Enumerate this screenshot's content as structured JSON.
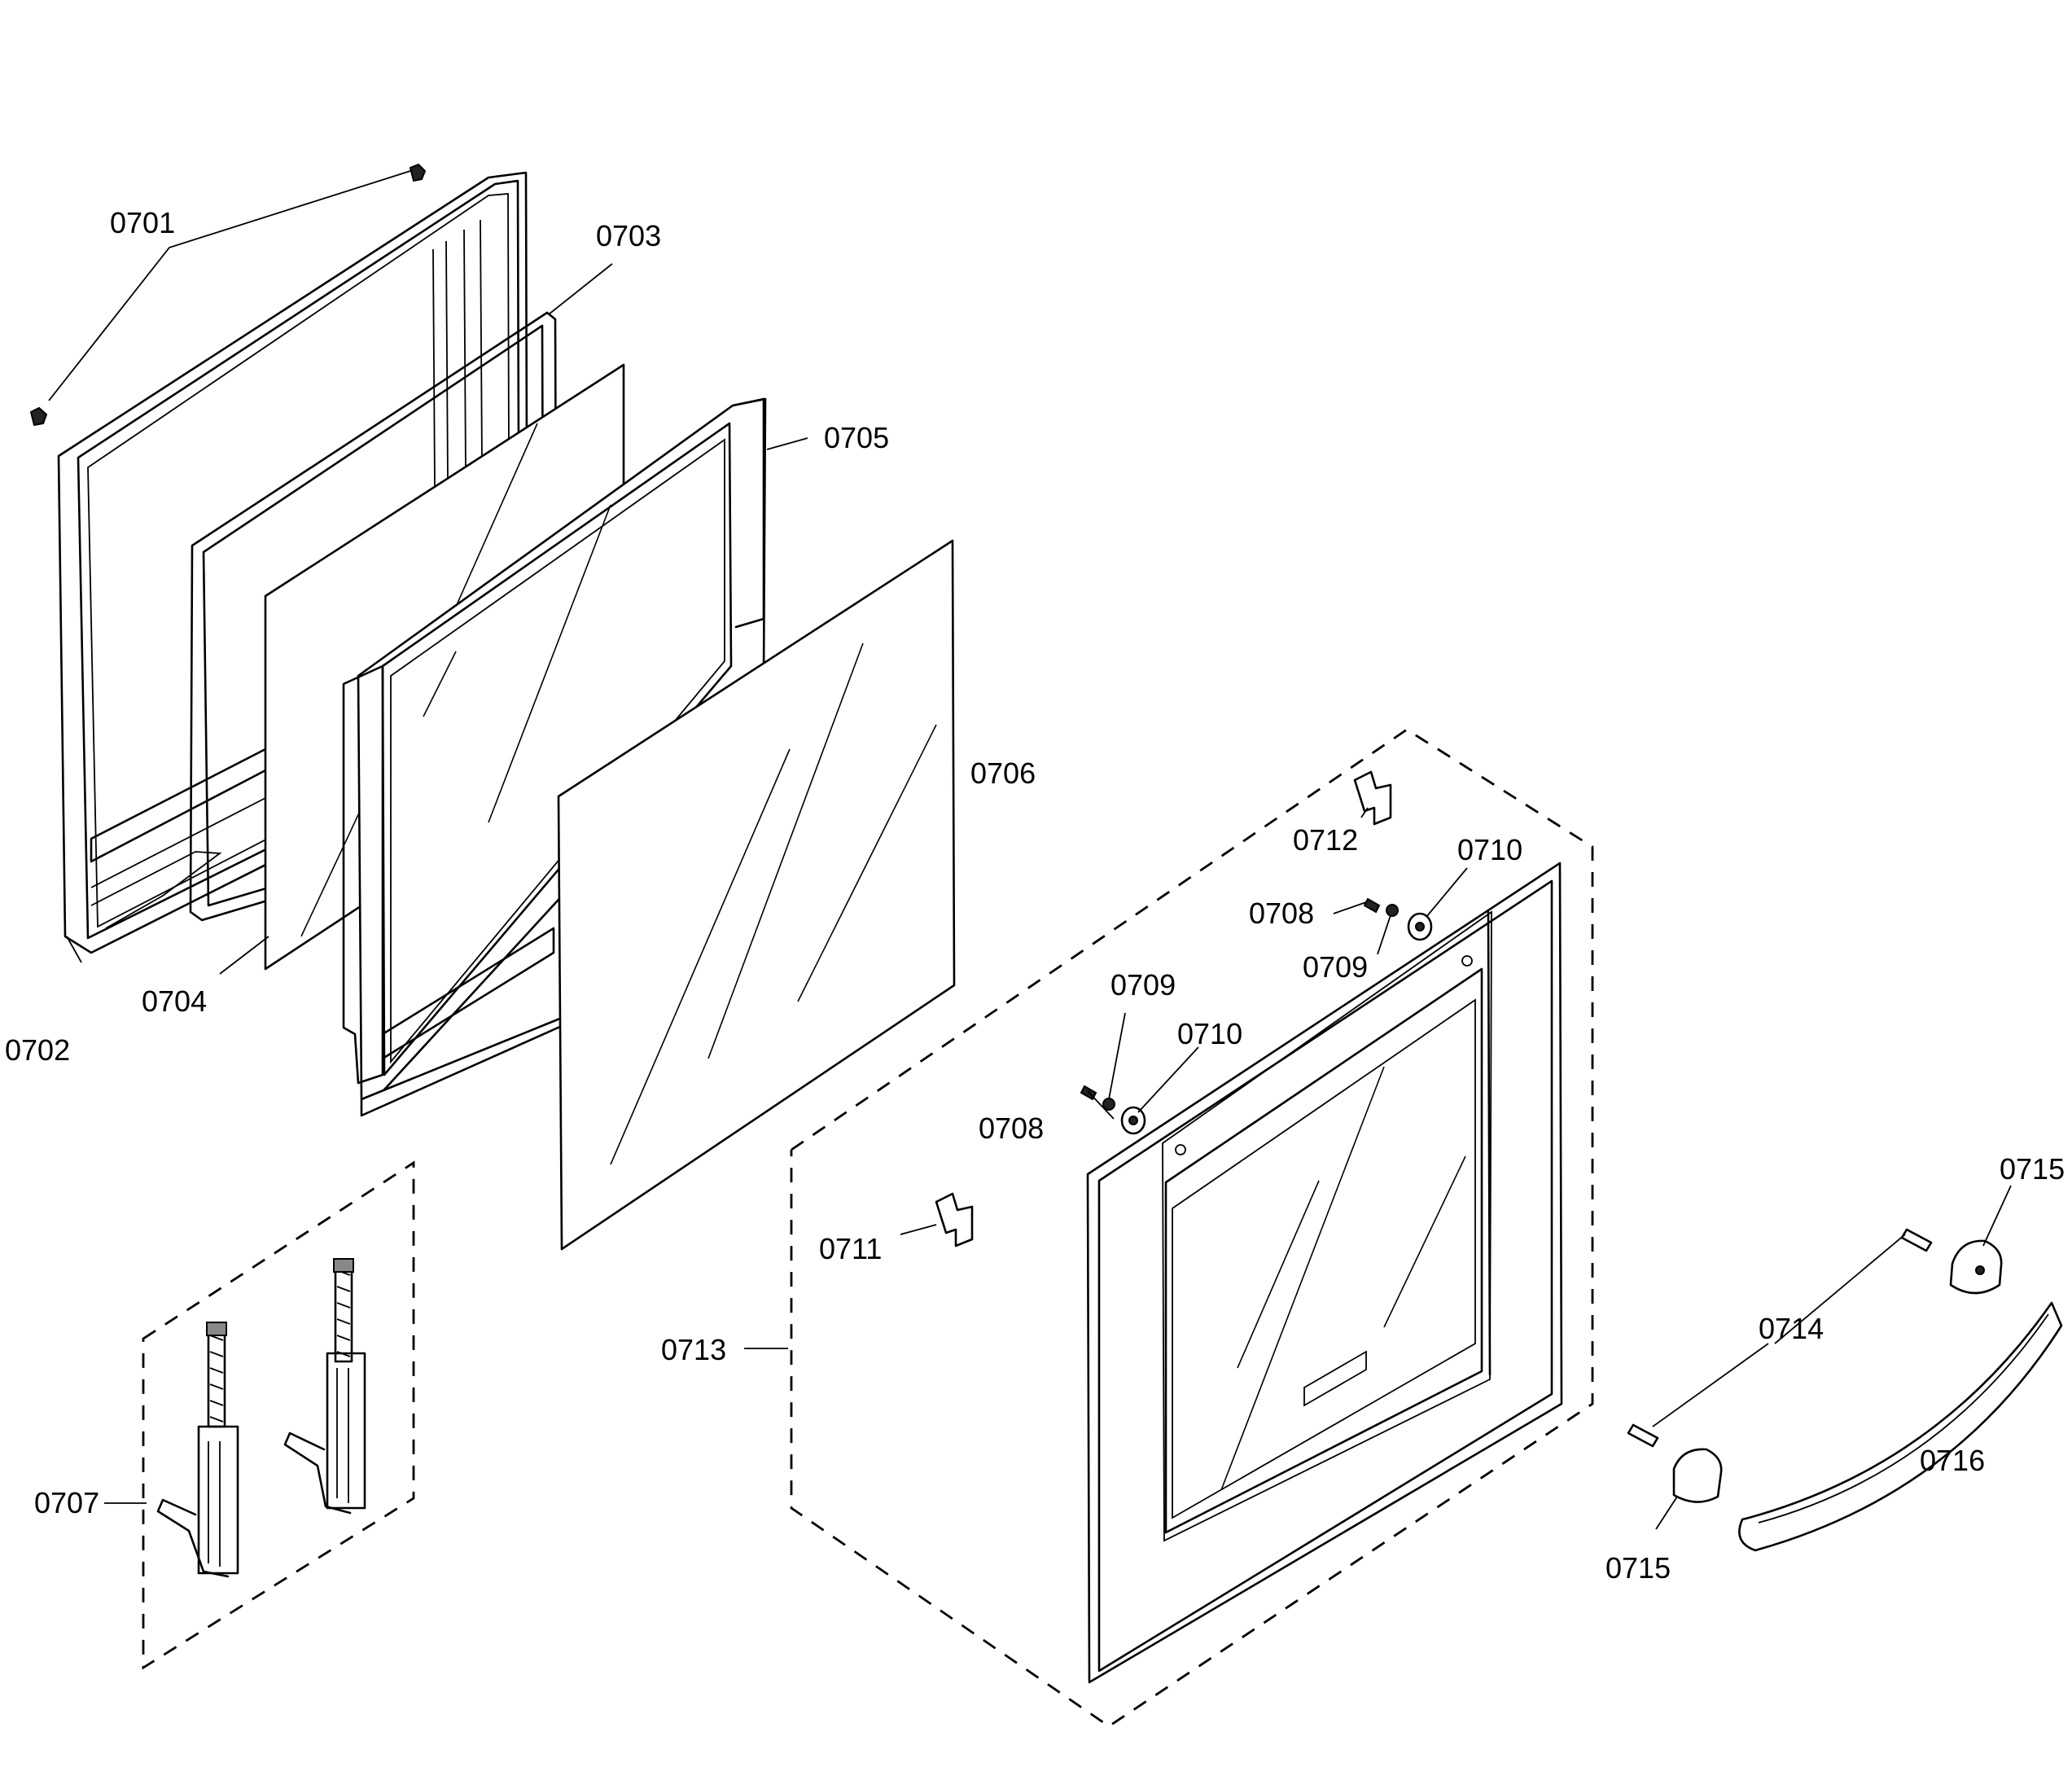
{
  "diagram": {
    "labels": {
      "l0701": "0701",
      "l0702": "0702",
      "l0703": "0703",
      "l0704": "0704",
      "l0705": "0705",
      "l0706": "0706",
      "l0707": "0707",
      "l0708a": "0708",
      "l0708b": "0708",
      "l0709a": "0709",
      "l0709b": "0709",
      "l0710a": "0710",
      "l0710b": "0710",
      "l0711": "0711",
      "l0712": "0712",
      "l0713": "0713",
      "l0714": "0714",
      "l0715a": "0715",
      "l0715b": "0715",
      "l0716": "0716"
    }
  }
}
